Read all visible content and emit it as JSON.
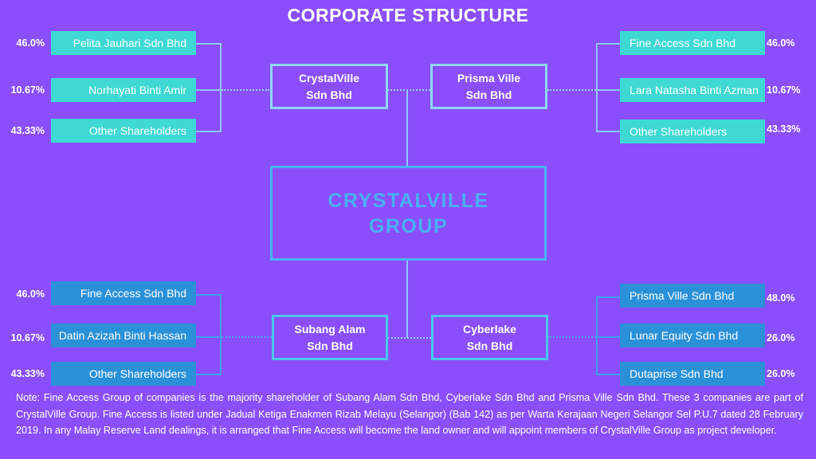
{
  "title": "CORPORATE STRUCTURE",
  "colors": {
    "background": "#8a4ffa",
    "teal_box": "#3ed9d2",
    "blue_box": "#2a90d8",
    "group_text": "#4ab0f2"
  },
  "top_left": {
    "company": {
      "line1": "CrystalVille",
      "line2": "Sdn Bhd"
    },
    "shareholders": [
      {
        "name": "Pelita Jauhari Sdn Bhd",
        "pct": "46.0%"
      },
      {
        "name": "Norhayati Binti Amir",
        "pct": "10.67%"
      },
      {
        "name": "Other Shareholders",
        "pct": "43.33%"
      }
    ]
  },
  "top_right": {
    "company": {
      "line1": "Prisma Ville",
      "line2": "Sdn Bhd"
    },
    "shareholders": [
      {
        "name": "Fine Access Sdn Bhd",
        "pct": "46.0%"
      },
      {
        "name": "Lara Natasha Binti Azman",
        "pct": "10.67%"
      },
      {
        "name": "Other Shareholders",
        "pct": "43.33%"
      }
    ]
  },
  "group": {
    "line1": "CRYSTALVILLE",
    "line2": "GROUP"
  },
  "bottom_left": {
    "company": {
      "line1": "Subang Alam",
      "line2": "Sdn Bhd"
    },
    "shareholders": [
      {
        "name": "Fine Access Sdn Bhd",
        "pct": "46.0%"
      },
      {
        "name": "Datin Azizah Binti Hassan",
        "pct": "10.67%"
      },
      {
        "name": "Other Shareholders",
        "pct": "43.33%"
      }
    ]
  },
  "bottom_right": {
    "company": {
      "line1": "Cyberlake",
      "line2": "Sdn Bhd"
    },
    "shareholders": [
      {
        "name": "Prisma Ville Sdn Bhd",
        "pct": "48.0%"
      },
      {
        "name": "Lunar Equity Sdn Bhd",
        "pct": "26.0%"
      },
      {
        "name": "Dutaprise Sdn Bhd",
        "pct": "26.0%"
      }
    ]
  },
  "note": "Note: Fine Access Group of companies is the majority shareholder of Subang Alam Sdn Bhd, Cyberlake Sdn Bhd and Prisma Ville Sdn Bhd. These 3 companies are part of CrystalVille Group. Fine Access is listed under Jadual Ketiga Enakmen Rizab Melayu (Selangor) (Bab 142) as per Warta Kerajaan Negeri Selangor Sel P.U.7 dated 28 February 2019. In any Malay Reserve Land dealings, it is arranged that Fine Access will become the land owner and will appoint members of CrystalVille Group as project developer."
}
